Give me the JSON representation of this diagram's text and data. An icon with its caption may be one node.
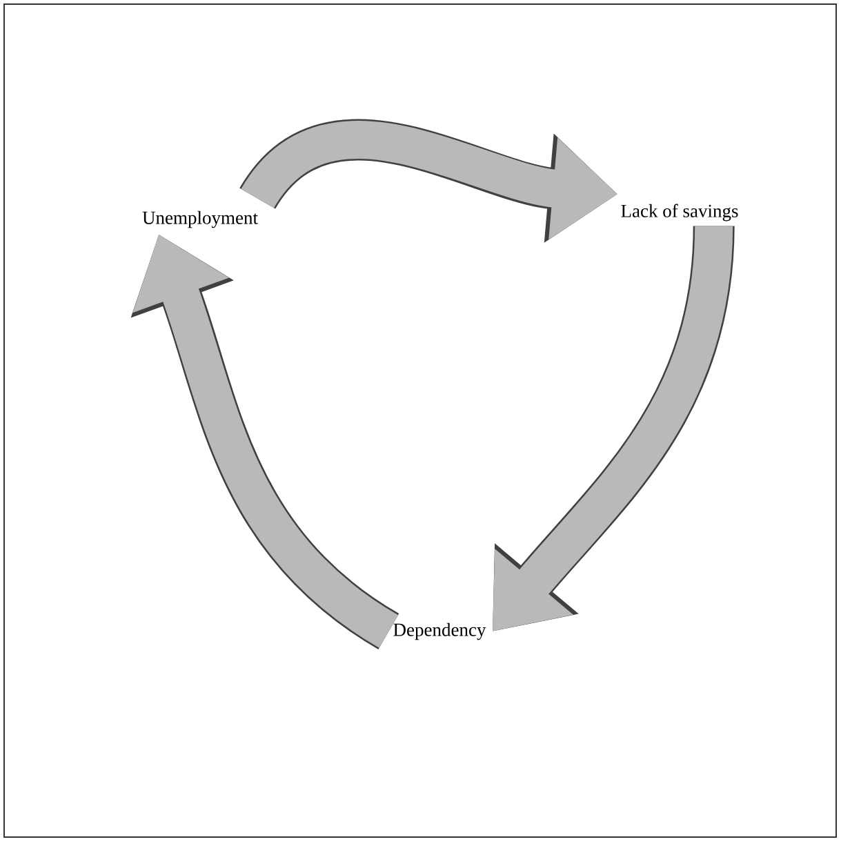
{
  "diagram": {
    "nodes": [
      {
        "text": [
          "Unemployment"
        ]
      },
      {
        "text": [
          "Lack of savings"
        ]
      },
      {
        "text": [
          "Dependency"
        ]
      }
    ],
    "edges": [
      {
        "from": 0,
        "to": 1,
        "arrow": "to"
      },
      {
        "from": 1,
        "to": 2,
        "arrow": "to"
      },
      {
        "from": 2,
        "to": 0,
        "arrow": "to"
      }
    ]
  }
}
